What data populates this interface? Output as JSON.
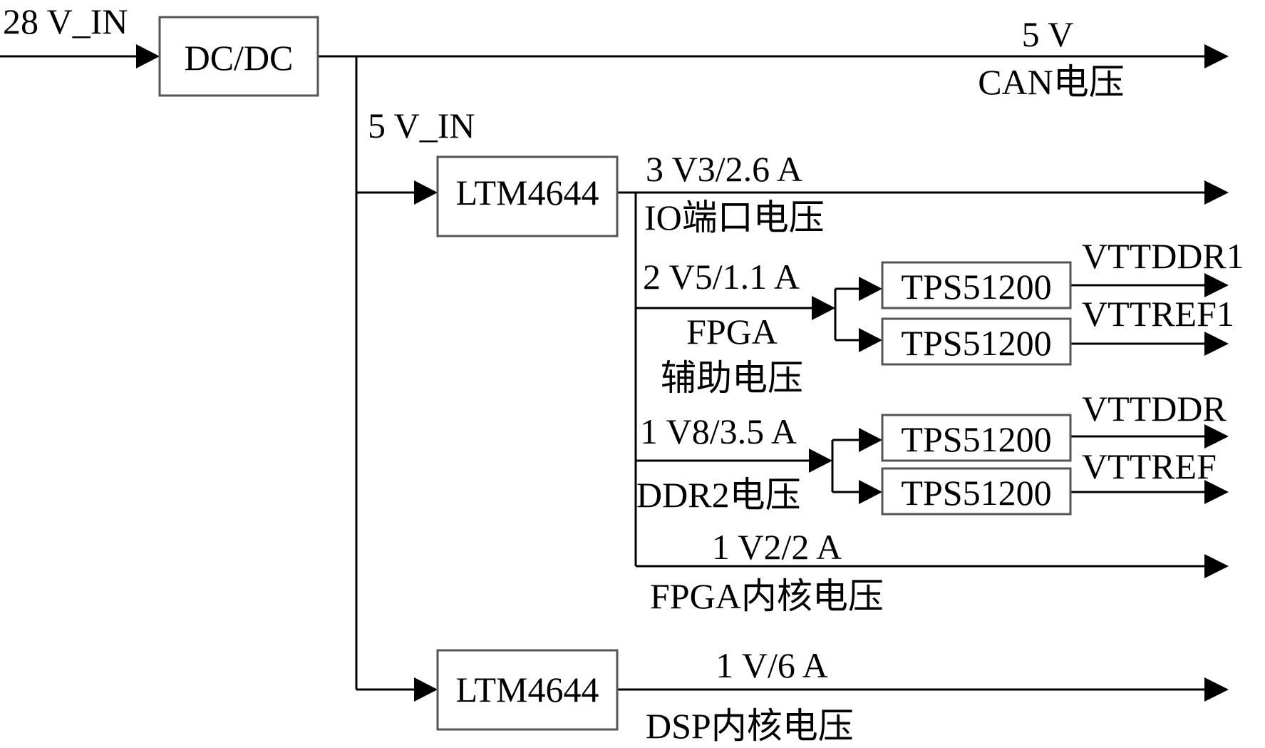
{
  "diagram": {
    "input_label": "28 V_IN",
    "dcdc_label": "DC/DC",
    "out_5v_value": "5 V",
    "out_5v_desc": "CAN电压",
    "bus_5v_label": "5 V_IN",
    "ltm_top_label": "LTM4644",
    "rail_3v3_value": "3 V3/2.6 A",
    "rail_3v3_desc": "IO端口电压",
    "rail_2v5_value": "2 V5/1.1 A",
    "rail_2v5_desc_line1": "FPGA",
    "rail_2v5_desc_line2": "辅助电压",
    "tps_1_label": "TPS51200",
    "tps_2_label": "TPS51200",
    "vttddr1_label": "VTTDDR1",
    "vttref1_label": "VTTREF1",
    "rail_1v8_value": "1 V8/3.5 A",
    "rail_1v8_desc": "DDR2电压",
    "tps_3_label": "TPS51200",
    "tps_4_label": "TPS51200",
    "vttddr_label": "VTTDDR",
    "vttref_label": "VTTREF",
    "rail_1v2_value": "1 V2/2 A",
    "rail_1v2_desc": "FPGA内核电压",
    "ltm_bottom_label": "LTM4644",
    "rail_1v_value": "1 V/6 A",
    "rail_1v_desc": "DSP内核电压"
  }
}
